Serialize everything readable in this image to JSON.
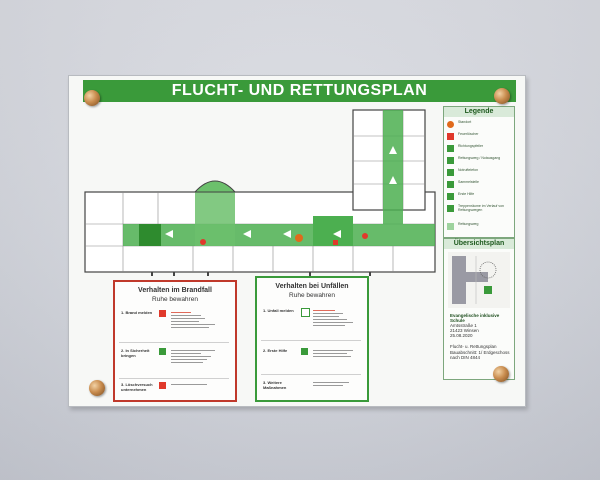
{
  "sign": {
    "title": "FLUCHT- UND RETTUNGSPLAN",
    "colors": {
      "green": "#3a9a3a",
      "red": "#c0392b",
      "light_green": "#7fc67f"
    }
  },
  "legend": {
    "title": "Legende",
    "items": [
      {
        "symbol": "standort-dot-icon",
        "label": "Standort"
      },
      {
        "symbol": "fire-alarm-icon",
        "label": "Feuerlöscher"
      },
      {
        "symbol": "arrow-icon",
        "label": "Richtungspfeiler"
      },
      {
        "symbol": "rescue-route-icon",
        "label": "Rettungsweg / Notausgang"
      },
      {
        "symbol": "emergency-exit-icon",
        "label": "Notruftelefon"
      },
      {
        "symbol": "assembly-icon",
        "label": "Sammelstelle"
      },
      {
        "symbol": "first-aid-icon",
        "label": "Erste Hilfe"
      },
      {
        "symbol": "stairs-icon",
        "label": "Treppenräume im Verlauf von Rettungswegen"
      },
      {
        "symbol": "escape-route-swatch-icon",
        "label": "Rettungsweg"
      }
    ]
  },
  "overview": {
    "title": "Übersichtsplan",
    "school_name": "Evangelische inklusive Schule",
    "address_line_1": "Amtsstraße 1",
    "address_line_2": "21423 Winsen",
    "date": "25.08.2020",
    "plan_label": "Flucht- u. Rettungsplan",
    "plan_section": "Bauabschnitt: 1/ Erdgeschoss",
    "plan_number": "nach DIN 4844"
  },
  "fire_box": {
    "title": "Verhalten im Brandfall",
    "subtitle": "Ruhe bewahren",
    "steps": [
      {
        "label": "1. Brand melden"
      },
      {
        "label": "2. In Sicherheit bringen"
      },
      {
        "label": "3. Löschversuch unternehmen"
      }
    ]
  },
  "accident_box": {
    "title": "Verhalten bei Unfällen",
    "subtitle": "Ruhe bewahren",
    "steps": [
      {
        "label": "1. Unfall melden"
      },
      {
        "label": "2. Erste Hilfe"
      },
      {
        "label": "3. Weitere Maßnahmen"
      }
    ]
  }
}
